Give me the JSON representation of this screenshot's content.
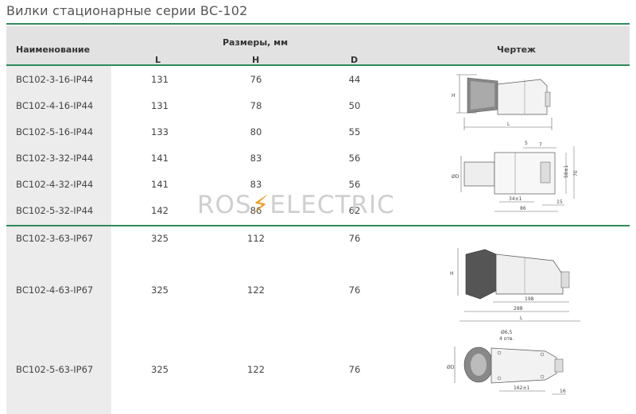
{
  "title": "Вилки стационарные серии ВС-102",
  "header": {
    "name": "Наименование",
    "dimensions": "Размеры, мм",
    "L": "L",
    "H": "H",
    "D": "D",
    "drawing": "Чертеж"
  },
  "rows": [
    {
      "name": "ВС102-3-16-IP44",
      "L": "131",
      "H": "76",
      "D": "44"
    },
    {
      "name": "ВС102-4-16-IP44",
      "L": "131",
      "H": "78",
      "D": "50"
    },
    {
      "name": "ВС102-5-16-IP44",
      "L": "133",
      "H": "80",
      "D": "55"
    },
    {
      "name": "ВС102-3-32-IP44",
      "L": "141",
      "H": "83",
      "D": "56"
    },
    {
      "name": "ВС102-4-32-IP44",
      "L": "141",
      "H": "83",
      "D": "56"
    },
    {
      "name": "ВС102-5-32-IP44",
      "L": "142",
      "H": "86",
      "D": "62"
    },
    {
      "name": "ВС102-3-63-IP67",
      "L": "325",
      "H": "112",
      "D": "76"
    },
    {
      "name": "ВС102-4-63-IP67",
      "L": "325",
      "H": "122",
      "D": "76"
    },
    {
      "name": "ВС102-5-63-IP67",
      "L": "325",
      "H": "122",
      "D": "76"
    }
  ],
  "watermark": {
    "left": "ROS",
    "bolt": "⚡",
    "right": "ELECTRIC"
  },
  "drawing_labels": {
    "d1_H": "H",
    "d1_L": "L",
    "d2_D": "ØD",
    "d2_58": "58±1",
    "d2_70": "70",
    "d2_34": "34±1",
    "d2_15": "15",
    "d2_86": "86",
    "d2_5": "5",
    "d2_7": "7",
    "d3_H": "H",
    "d3_198": "198",
    "d3_288": "288",
    "d3_L": "L",
    "d4_65": "Ø6,5",
    "d4_holes": "4 отв.",
    "d4_D": "ØD",
    "d4_162": "162±1",
    "d4_16": "16"
  },
  "colors": {
    "accent": "#2f8a5a",
    "header_bg": "#e2e2e2",
    "name_col_bg": "#ececec"
  }
}
